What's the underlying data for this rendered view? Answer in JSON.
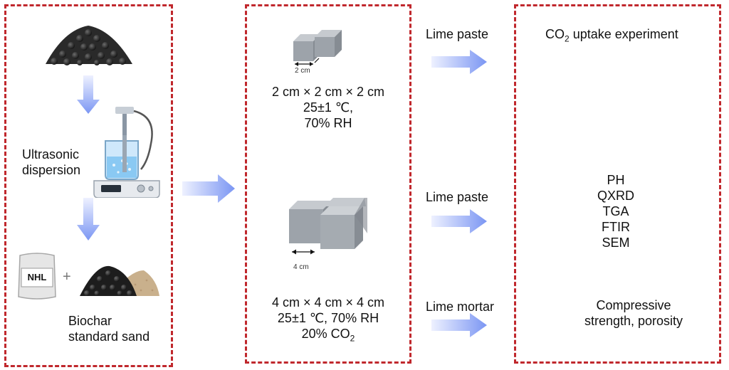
{
  "panel1": {
    "ultrasonic": [
      "Ultrasonic",
      "dispersion"
    ],
    "nhl_label": "NHL",
    "plus": "+",
    "materials": [
      "Biochar",
      "standard sand"
    ]
  },
  "panel2": {
    "small_dim": "2 cm",
    "small_spec": [
      "2 cm × 2 cm × 2 cm",
      "25±1 ℃,",
      "70% RH"
    ],
    "large_dim": "4 cm",
    "large_spec": [
      "4 cm × 4 cm × 4 cm",
      "25±1 ℃, 70% RH"
    ],
    "co2_prefix": "20% CO",
    "co2_sub": "2"
  },
  "links": {
    "row1": "Lime paste",
    "row2": "Lime paste",
    "row3": "Lime mortar"
  },
  "panel3": {
    "uptake_prefix": "CO",
    "uptake_sub": "2",
    "uptake_suffix": " uptake experiment",
    "tests": [
      "PH",
      "QXRD",
      "TGA",
      "FTIR",
      "SEM"
    ],
    "mech": [
      "Compressive",
      "strength, porosity"
    ]
  },
  "colors": {
    "dash": "#c0282d",
    "arrow_from": "#dfe5ff",
    "arrow_to": "#6f8cf2"
  }
}
